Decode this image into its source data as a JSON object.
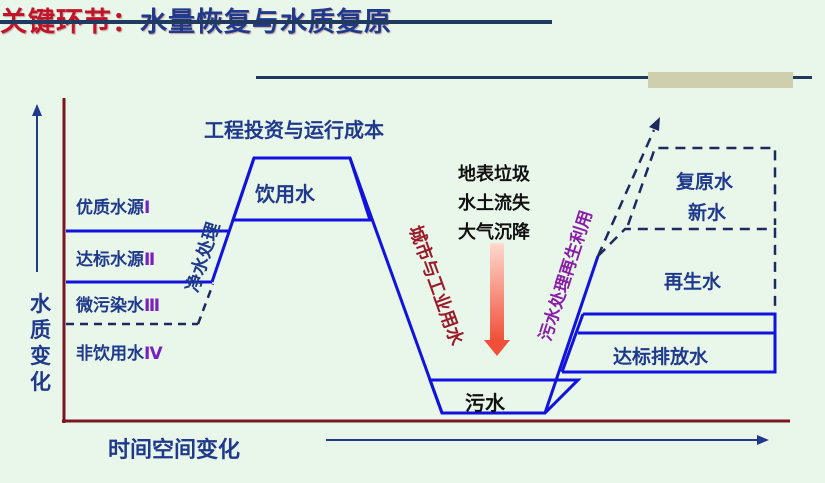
{
  "title": {
    "prefix": "关键环节：",
    "main": "水量恢复与水质复原"
  },
  "top_label": "工程投资与运行成本",
  "y_axis_label": "水质变化",
  "x_axis_label": "时间空间变化",
  "levels": {
    "l1": "优质水源Ⅰ",
    "l2": "达标水源Ⅱ",
    "l3": "微污染水Ⅲ",
    "l4": "非饮用水Ⅳ"
  },
  "boxes": {
    "drinking": "饮用水",
    "sewage": "污水",
    "discharge": "达标排放水",
    "reclaimed": "再生水",
    "restored": "复原水",
    "new_water": "新水"
  },
  "slopes": {
    "purify": "净水处理",
    "urban_use": "城市与工业用水",
    "reuse": "污水处理再生利用"
  },
  "pollution_sources": [
    "地表垃圾",
    "水土流失",
    "大气沉降"
  ],
  "colors": {
    "background": "#e9f6ea",
    "title_red": "#c0142a",
    "navy": "#1f3a8c",
    "line_blue": "#1212e0",
    "axis_red": "#7a1426",
    "roman_purple": "#7a1fc0",
    "urban_red": "#9b1a2a",
    "reuse_purple": "#8a1ea8"
  }
}
